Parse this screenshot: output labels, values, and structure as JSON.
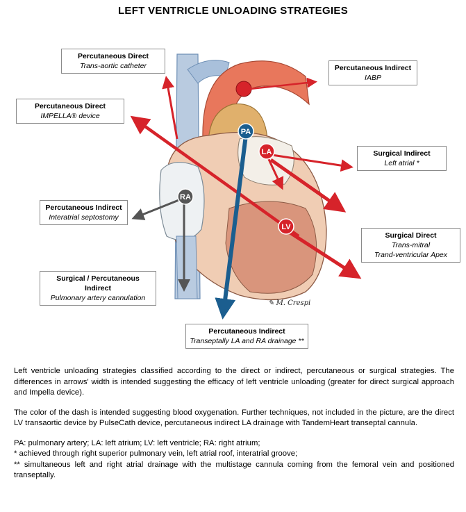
{
  "title": "LEFT VENTRICLE UNLOADING STRATEGIES",
  "labels": {
    "trans_aortic": {
      "heading": "Percutaneous Direct",
      "sub": "Trans-aortic catheter"
    },
    "iabp": {
      "heading": "Percutaneous Indirect",
      "sub": "IABP"
    },
    "impella": {
      "heading": "Percutaneous Direct",
      "sub": "IMPELLA® device"
    },
    "left_atrial": {
      "heading": "Surgical Indirect",
      "sub": "Left atrial *"
    },
    "septostomy": {
      "heading": "Percutaneous Indirect",
      "sub": "Interatrial septostomy"
    },
    "surgical_direct": {
      "heading": "Surgical Direct",
      "sub": "Trans-mitral",
      "sub2": "Trand-ventricular Apex"
    },
    "pa_cannulation": {
      "heading": "Surgical / Percutaneous Indirect",
      "sub": "Pulmonary artery cannulation"
    },
    "transeptal": {
      "heading": "Percutaneous Indirect",
      "sub": "Transeptally LA and RA drainage **"
    }
  },
  "chambers": {
    "pa": "PA",
    "la": "LA",
    "lv": "LV",
    "ra": "RA"
  },
  "credit": "M. Crespi",
  "caption": {
    "p1": "Left ventricle unloading strategies classified according to the direct or indirect, percutaneous or surgical strategies. The differences in arrows' width is intended suggesting the efficacy of left ventricle unloading (greater for direct surgical approach and Impella device).",
    "p2": "The color of the dash is intended suggesting blood oxygenation. Further techniques, not included in the picture, are the direct LV transaortic device by PulseCath device, percutaneous indirect LA drainage with TandemHeart transeptal cannula.",
    "p3": "PA: pulmonary artery; LA: left atrium; LV: left ventricle; RA: right atrium;",
    "p4": "* achieved through right superior pulmonary vein, left atrial roof, interatrial groove;",
    "p5": "** simultaneous left and right atrial drainage with the multistage cannula coming from the femoral vein and positioned transeptally."
  },
  "colors": {
    "red": "#d6232a",
    "blue": "#1b5e8f",
    "gray": "#555555"
  }
}
